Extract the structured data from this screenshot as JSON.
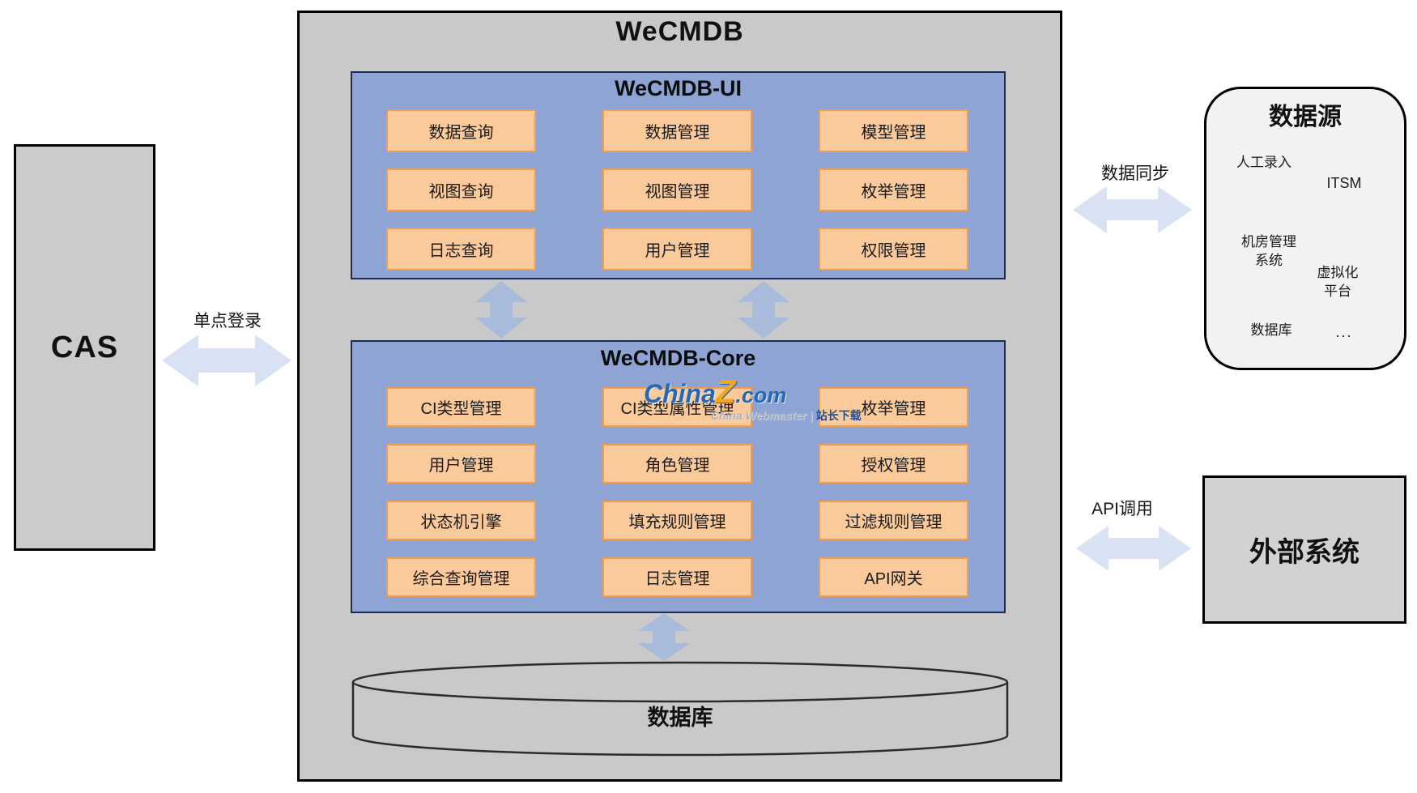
{
  "wecmdb": {
    "title": "WeCMDB",
    "ui": {
      "title": "WeCMDB-UI",
      "buttons": [
        "数据查询",
        "数据管理",
        "模型管理",
        "视图查询",
        "视图管理",
        "枚举管理",
        "日志查询",
        "用户管理",
        "权限管理"
      ]
    },
    "core": {
      "title": "WeCMDB-Core",
      "buttons": [
        "CI类型管理",
        "CI类型属性管理",
        "枚举管理",
        "用户管理",
        "角色管理",
        "授权管理",
        "状态机引擎",
        "填充规则管理",
        "过滤规则管理",
        "综合查询管理",
        "日志管理",
        "API网关"
      ]
    },
    "database": {
      "label": "数据库"
    }
  },
  "cas": {
    "label": "CAS"
  },
  "connections": {
    "sso_label": "单点登录",
    "sync_label": "数据同步",
    "api_label": "API调用"
  },
  "data_source": {
    "title": "数据源",
    "items": [
      "人工录入",
      "ITSM",
      "机房管理系统",
      "虚拟化平台",
      "数据库",
      "..."
    ]
  },
  "external_system": {
    "label": "外部系统"
  },
  "watermark": {
    "brand_china": "China",
    "brand_z": "Z",
    "brand_com": ".com",
    "sub_en": "China Webmaster | ",
    "sub_cn": "站长下载"
  },
  "colors": {
    "outer_fill": "#c9c9c9",
    "panel_blue": "#8da4d4",
    "panel_border": "#1e2b4a",
    "button_fill": "#fbca9b",
    "button_border": "#ee9f4e",
    "arrow_light": "#d9e2f3",
    "arrow_mid": "#a9bbda",
    "source_fill": "#f2f2f2",
    "system_fill": "#d2d2d2",
    "brand_blue": "#2667b8",
    "brand_orange": "#f5a71c"
  }
}
